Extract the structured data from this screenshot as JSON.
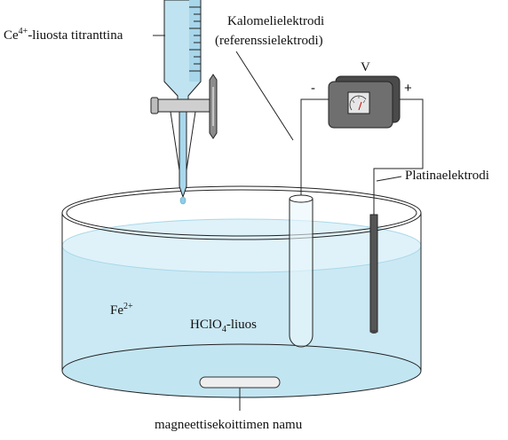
{
  "labels": {
    "titrant": {
      "prefix": "Ce",
      "charge": "4+",
      "suffix": "-liuosta titranttina"
    },
    "calomel_line1": "Kalomelielektrodi",
    "calomel_line2": "(referenssielektrodi)",
    "voltmeter_symbol": "V",
    "minus_sign": "-",
    "plus_sign": "+",
    "platinum": "Platinaelektrodi",
    "iron_ion": {
      "prefix": "Fe",
      "charge": "2+"
    },
    "solution": {
      "prefix": "HClO",
      "subscript": "4",
      "suffix": "-liuos"
    },
    "stir_bar": "magneettisekoittimen namu"
  },
  "colors": {
    "liquid": "#bfe6f3",
    "liquid_dark": "#9fd6ea",
    "meter_body": "#6b6b6b",
    "electrode_rod": "#555555"
  }
}
